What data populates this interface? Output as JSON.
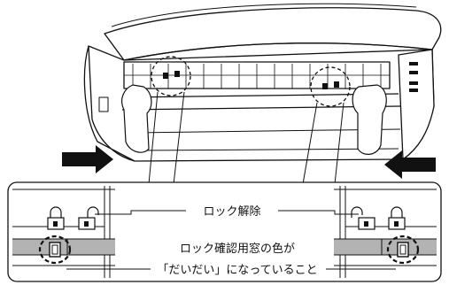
{
  "annotations": {
    "unlock": "ロック解除",
    "check_line1": "ロック確認用窓の色が",
    "check_line2": "「だいだい」になっていること"
  },
  "colors": {
    "stroke": "#111111",
    "gray_band": "#b3b3b3",
    "window_orange": "#ffffff",
    "body": "#ffffff"
  },
  "icons": [
    "padlock-locked-icon",
    "padlock-unlocked-icon",
    "push-arrow-icon"
  ]
}
